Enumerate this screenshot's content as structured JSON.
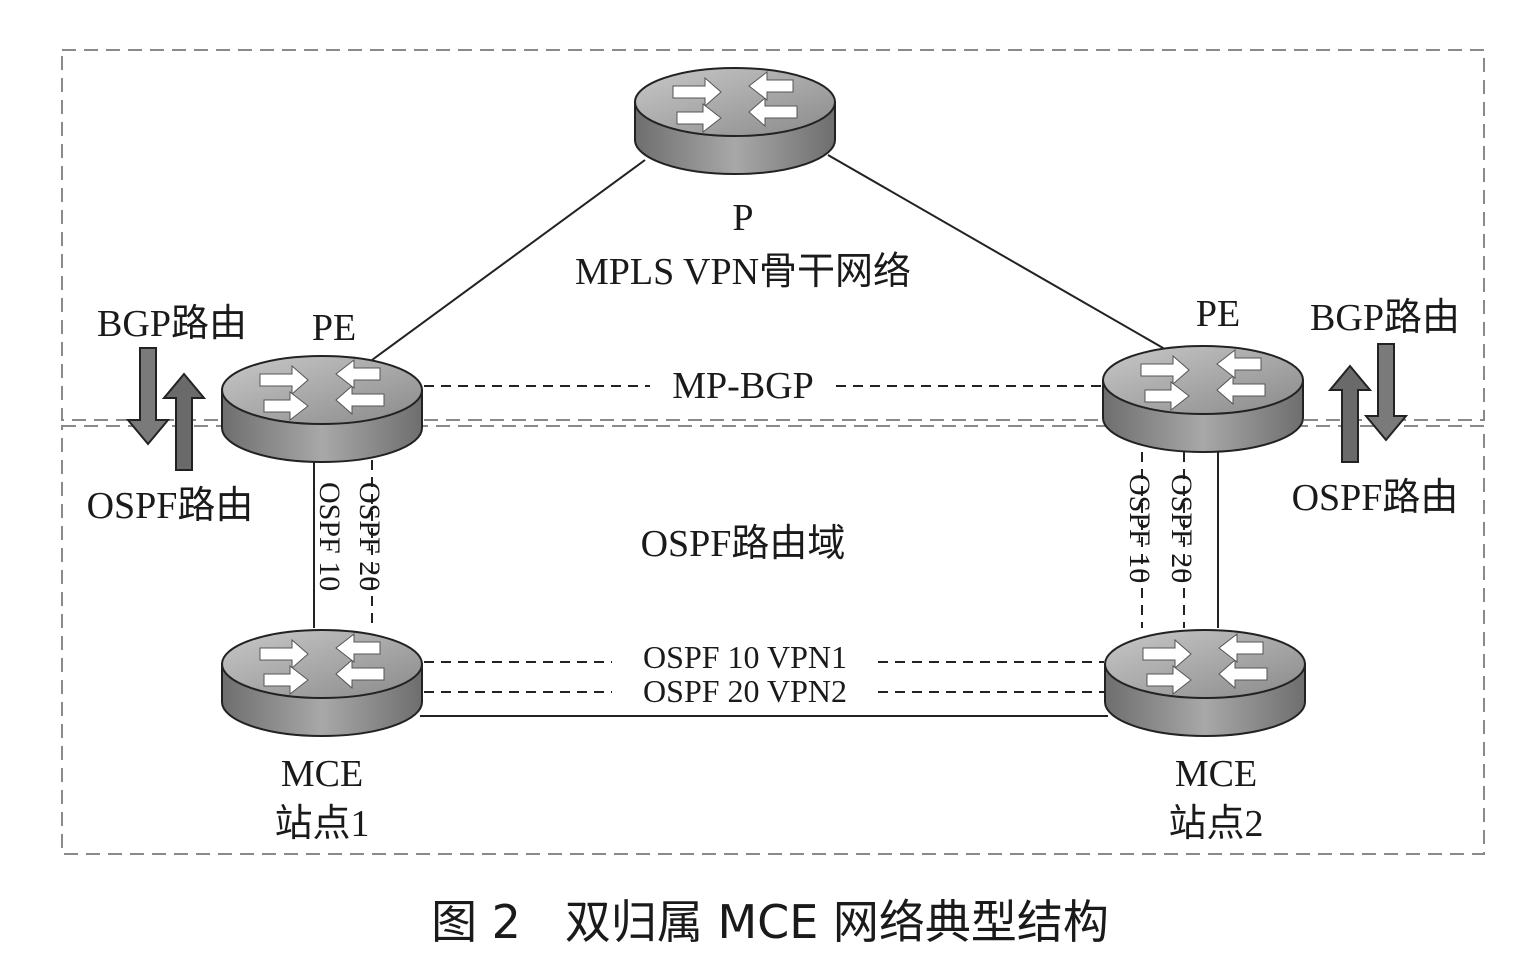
{
  "nodes": {
    "p": {
      "label": "P"
    },
    "backbone": {
      "label": "MPLS VPN骨干网络"
    },
    "pe_left": {
      "label": "PE"
    },
    "pe_right": {
      "label": "PE"
    },
    "mce_left": {
      "label": "MCE",
      "site": "站点1"
    },
    "mce_right": {
      "label": "MCE",
      "site": "站点2"
    }
  },
  "links": {
    "mp_bgp": "MP-BGP",
    "ospf10_vpn1": "OSPF 10 VPN1",
    "ospf20_vpn2": "OSPF 20 VPN2",
    "left_ospf20": "OSPF 20",
    "left_ospf10": "OSPF 10",
    "right_ospf10": "OSPF 10",
    "right_ospf20": "OSPF 20"
  },
  "domains": {
    "ospf_domain": "OSPF路由域"
  },
  "route_arrows": {
    "left_bgp": "BGP路由",
    "left_ospf": "OSPF路由",
    "right_bgp": "BGP路由",
    "right_ospf": "OSPF路由"
  },
  "caption": "图 2   双归属 MCE 网络典型结构"
}
